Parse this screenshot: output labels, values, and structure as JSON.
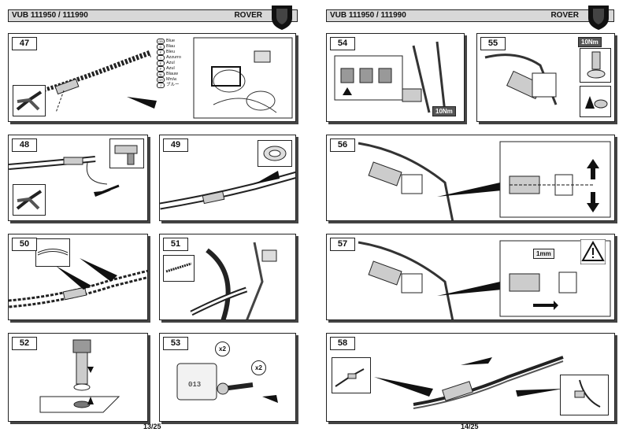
{
  "pages": {
    "left": {
      "code": "VUB 111950 / 111990",
      "brand": "ROVER",
      "page_number": "13/25"
    },
    "right": {
      "code": "VUB 111950 / 111990",
      "brand": "ROVER",
      "page_number": "14/25"
    }
  },
  "steps": {
    "s47": {
      "number": "47"
    },
    "s48": {
      "number": "48"
    },
    "s49": {
      "number": "49"
    },
    "s50": {
      "number": "50"
    },
    "s51": {
      "number": "51"
    },
    "s52": {
      "number": "52"
    },
    "s53": {
      "number": "53",
      "multiplier_a": "x2",
      "multiplier_b": "x2",
      "part_label": "013"
    },
    "s54": {
      "number": "54",
      "torque": "10Nm"
    },
    "s55": {
      "number": "55",
      "torque": "10Nm"
    },
    "s56": {
      "number": "56"
    },
    "s57": {
      "number": "57",
      "gap": "1mm"
    },
    "s58": {
      "number": "58"
    }
  },
  "color_legend": [
    {
      "code": "GB",
      "label": "Blue"
    },
    {
      "code": "D",
      "label": "Blau"
    },
    {
      "code": "F",
      "label": "Bleu"
    },
    {
      "code": "I",
      "label": "Azzurro"
    },
    {
      "code": "E",
      "label": "Azul"
    },
    {
      "code": "P",
      "label": "Azul"
    },
    {
      "code": "NL",
      "label": "Blauw"
    },
    {
      "code": "GR",
      "label": "Mπλε"
    },
    {
      "code": "J",
      "label": "ブルー"
    }
  ],
  "icons": {
    "shield": "shield-logo",
    "warning": "warning-triangle-icon",
    "cutters": "wire-cutter-icon",
    "heatgun": "heat-gun-icon",
    "tape": "tape-roll-icon"
  }
}
